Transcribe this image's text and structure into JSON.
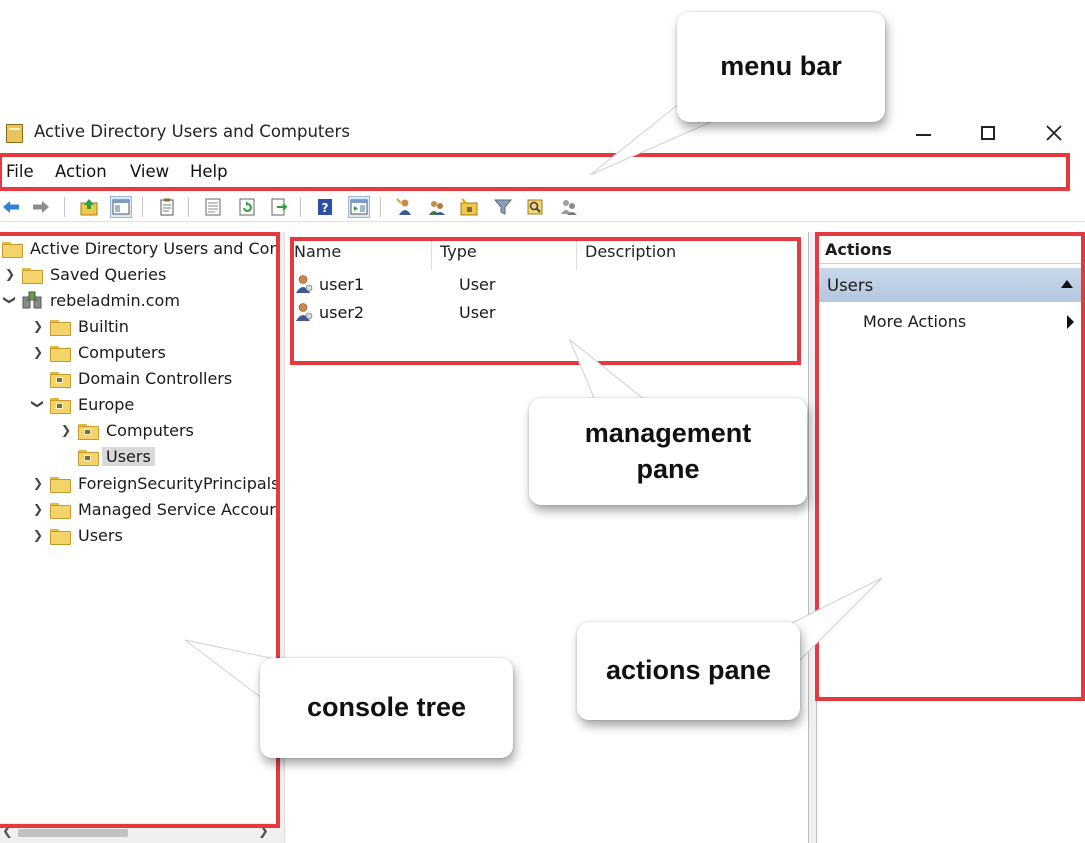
{
  "window": {
    "title": "Active Directory Users and Computers"
  },
  "menu": {
    "file": "File",
    "action": "Action",
    "view": "View",
    "help": "Help"
  },
  "tree": {
    "root": "Active Directory Users and Com",
    "items": [
      {
        "label": "Saved Queries",
        "icon": "folder-icon",
        "expander": "collapsed"
      },
      {
        "label": "rebeladmin.com",
        "icon": "domain-icon",
        "expander": "expanded"
      },
      {
        "label": "Builtin",
        "icon": "folder-icon",
        "expander": "collapsed"
      },
      {
        "label": "Computers",
        "icon": "folder-icon",
        "expander": "collapsed"
      },
      {
        "label": "Domain Controllers",
        "icon": "ou-folder-icon",
        "expander": "none"
      },
      {
        "label": "Europe",
        "icon": "ou-folder-icon",
        "expander": "expanded"
      },
      {
        "label": "Computers",
        "icon": "ou-folder-icon",
        "expander": "collapsed"
      },
      {
        "label": "Users",
        "icon": "ou-folder-icon",
        "expander": "none",
        "selected": true
      },
      {
        "label": "ForeignSecurityPrincipals",
        "icon": "folder-icon",
        "expander": "collapsed"
      },
      {
        "label": "Managed Service Accour",
        "icon": "folder-icon",
        "expander": "collapsed"
      },
      {
        "label": "Users",
        "icon": "folder-icon",
        "expander": "collapsed"
      }
    ]
  },
  "list": {
    "columns": [
      "Name",
      "Type",
      "Description"
    ],
    "rows": [
      {
        "name": "user1",
        "type": "User",
        "description": ""
      },
      {
        "name": "user2",
        "type": "User",
        "description": ""
      }
    ]
  },
  "actions": {
    "header": "Actions",
    "group": "Users",
    "more": "More Actions"
  },
  "callouts": {
    "menu_bar": "menu bar",
    "management_line1": "management",
    "management_line2": "pane",
    "actions_pane": "actions pane",
    "console_tree": "console tree"
  },
  "colors": {
    "annotation_red": "#e5393f",
    "selection_bg": "#d9d9d9",
    "actions_group_bg": "#b3c7df"
  }
}
